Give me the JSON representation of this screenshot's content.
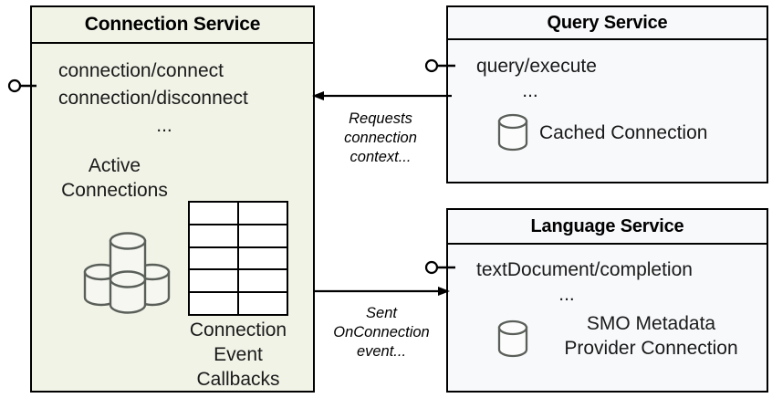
{
  "diagram": {
    "title_hidden": "",
    "components": [
      {
        "id": "connection-service",
        "name": "Connection Service",
        "fill": "#f1f3e7",
        "operations": [
          "connection/connect",
          "connection/disconnect"
        ],
        "ellipsis": "...",
        "active_connections_label": "Active\nConnections",
        "callbacks_label": "Connection\nEvent\nCallbacks",
        "socket_name": "provided-interface-socket"
      },
      {
        "id": "query-service",
        "name": "Query Service",
        "fill": "#f8f9fb",
        "operations": [
          "query/execute"
        ],
        "ellipsis": "...",
        "artifact_label": "Cached Connection",
        "socket_name": "provided-interface-socket"
      },
      {
        "id": "language-service",
        "name": "Language Service",
        "fill": "#f8f9fb",
        "operations": [
          "textDocument/completion"
        ],
        "ellipsis": "...",
        "artifact_label": "SMO Metadata\nProvider Connection",
        "socket_name": "provided-interface-socket"
      }
    ],
    "connectors": [
      {
        "id": "query-to-connection",
        "label": "Requests\nconnection\ncontext...",
        "from": "Query Service",
        "to": "Connection Service",
        "direction": "left"
      },
      {
        "id": "connection-to-language",
        "label": "Sent\nOnConnection\nevent...",
        "from": "Connection Service",
        "to": "Language Service",
        "direction": "right"
      }
    ],
    "table": {
      "rows": 5,
      "cols": 2,
      "cells": [
        "",
        "",
        "",
        "",
        "",
        "",
        "",
        "",
        "",
        ""
      ]
    },
    "colors": {
      "stroke": "#000000",
      "icon_stroke": "#5a5f59",
      "connection_fill": "#f1f3e7",
      "service_fill": "#f8f9fb",
      "text": "#1a1a1a"
    }
  }
}
